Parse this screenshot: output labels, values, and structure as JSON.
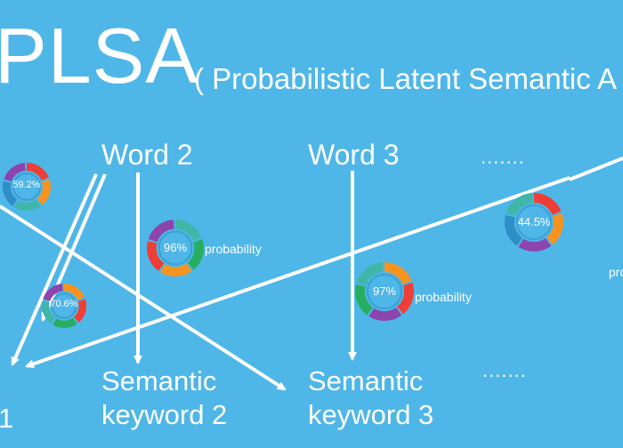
{
  "title": "PLSA",
  "subtitle": "( Probabilistic Latent Semantic A",
  "words": {
    "word2": "Word 2",
    "word3": "Word 3",
    "dots_top": ".......",
    "dots_bottom": "......."
  },
  "keywords": {
    "k1": "1",
    "k2": "Semantic\nkeyword 2",
    "k3": "Semantic\nkeyword 3"
  },
  "probability_label": "probability",
  "probability_label_cut": "proba",
  "donuts": [
    {
      "id": "d1",
      "value": "59.2%",
      "segments": [
        "#ef3e36",
        "#f7941d",
        "#3fb6a8",
        "#2e8fc7",
        "#8e44ad"
      ]
    },
    {
      "id": "d2",
      "value": "96%",
      "segments": [
        "#3fb6a8",
        "#27ae60",
        "#f7941d",
        "#ef3e36",
        "#8e44ad"
      ]
    },
    {
      "id": "d3",
      "value": "70.6%",
      "segments": [
        "#f7941d",
        "#ef3e36",
        "#27ae60",
        "#3fb6a8",
        "#8e44ad"
      ]
    },
    {
      "id": "d4",
      "value": "44.5%",
      "segments": [
        "#ef3e36",
        "#f7941d",
        "#8e44ad",
        "#2e8fc7",
        "#3fb6a8"
      ]
    },
    {
      "id": "d5",
      "value": "97%",
      "segments": [
        "#f7941d",
        "#ef3e36",
        "#8e44ad",
        "#27ae60",
        "#3fb6a8"
      ]
    }
  ],
  "colors": {
    "background": "#4fb6e8",
    "text": "#ffffff",
    "arrow": "#ffffff"
  }
}
